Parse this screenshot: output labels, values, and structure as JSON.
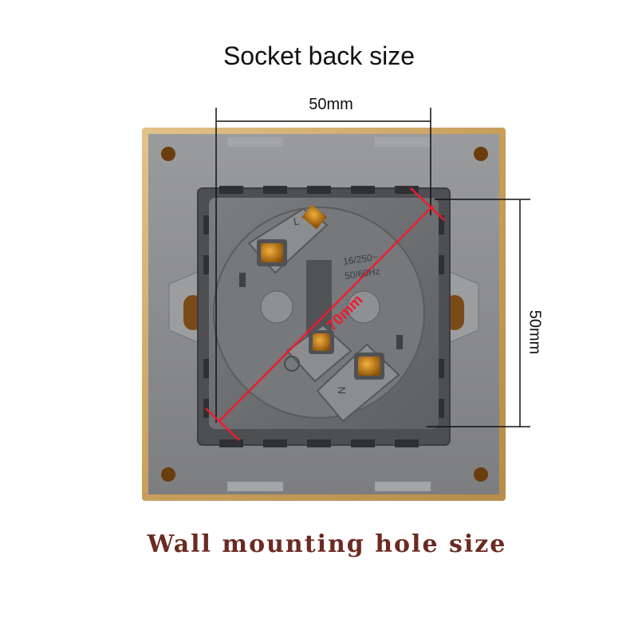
{
  "title": "Socket back size",
  "dimensions": {
    "top_width": "50mm",
    "right_height": "50mm",
    "diagonal": "70mm"
  },
  "socket_markings": {
    "live": "L",
    "neutral": "N",
    "rating_line1": "16/250~",
    "rating_line2": "50/60Hz"
  },
  "caption": "Wall mounting hole size",
  "colors": {
    "frame_gold": "#c9a464",
    "plate_gray": "#8a8b8d",
    "body_gray": "#6c6e72",
    "terminal_amber": "#b8740e",
    "diagonal_red": "#ee1c2c",
    "caption_maroon": "#6b2a22"
  }
}
